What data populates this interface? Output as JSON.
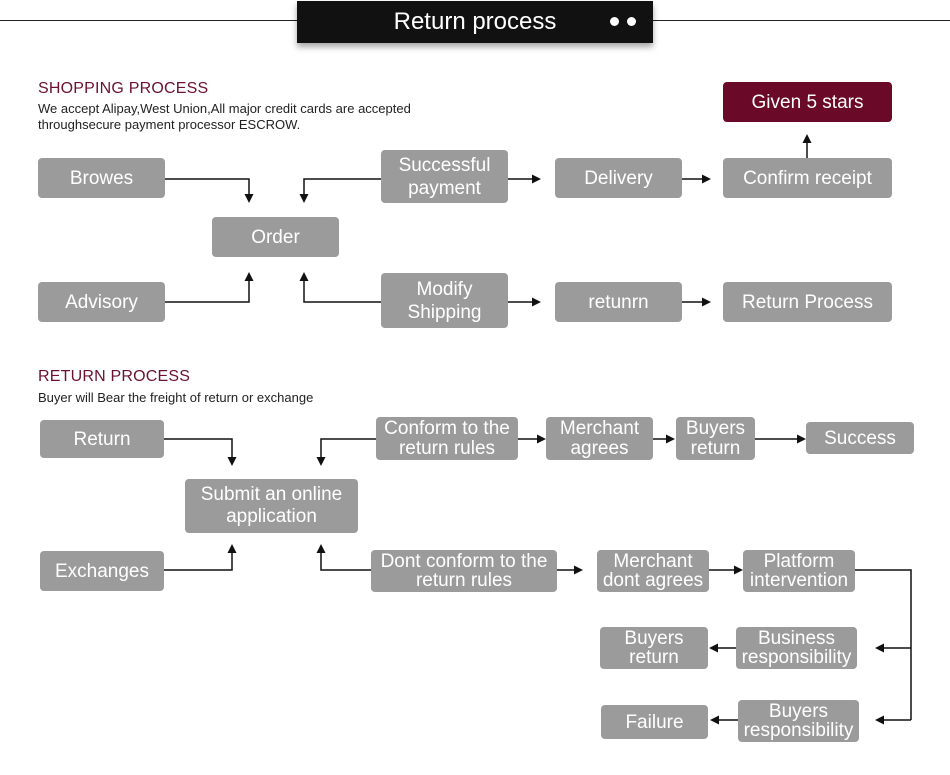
{
  "banner": {
    "title": "Return process"
  },
  "shopping": {
    "heading": "SHOPPING PROCESS",
    "desc_line1": "We accept Alipay,West Union,All major credit cards are accepted",
    "desc_line2": "throughsecure payment processor ESCROW.",
    "nodes": {
      "browes": "Browes",
      "advisory": "Advisory",
      "order": "Order",
      "successful_payment": "Successful\npayment",
      "delivery": "Delivery",
      "confirm_receipt": "Confirm receipt",
      "given_5_stars": "Given 5 stars",
      "modify_shipping": "Modify\nShipping",
      "retunrn": "retunrn",
      "return_process": "Return Process"
    }
  },
  "returns": {
    "heading": "RETURN PROCESS",
    "desc": "Buyer will Bear the freight of return or exchange",
    "nodes": {
      "return": "Return",
      "exchanges": "Exchanges",
      "submit": "Submit an online\napplication",
      "conform": "Conform to the\nreturn rules",
      "merchant_agrees": "Merchant\nagrees",
      "buyers_return_top": "Buyers\nreturn",
      "success": "Success",
      "dont_conform": "Dont conform to the\nreturn rules",
      "merchant_dont": "Merchant\ndont agrees",
      "platform": "Platform\nintervention",
      "business_resp": "Business\nresponsibility",
      "buyers_return_bottom": "Buyers\nreturn",
      "buyers_resp": "Buyers\nresponsibility",
      "failure": "Failure"
    }
  },
  "colors": {
    "box": "#9b9b9b",
    "stars": "#6b0a28",
    "heading": "#6b1030",
    "banner": "#111111"
  }
}
